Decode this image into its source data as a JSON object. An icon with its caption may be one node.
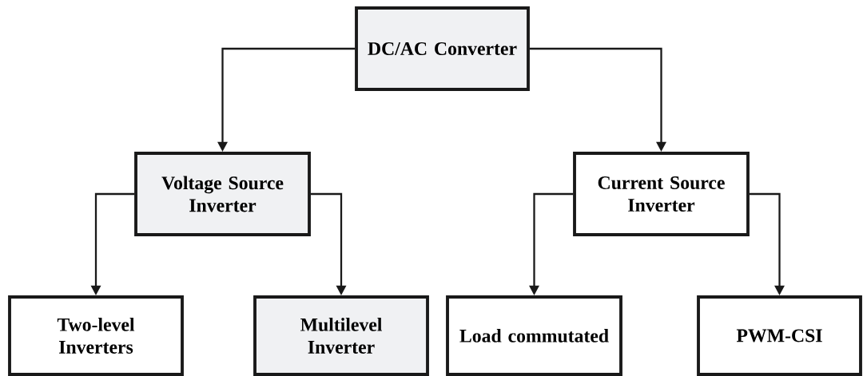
{
  "diagram": {
    "nodes": [
      {
        "text": [
          "DC/AC Converter"
        ]
      },
      {
        "text": [
          "Voltage Source Inverter"
        ]
      },
      {
        "text": [
          "Current Source Inverter"
        ]
      },
      {
        "text": [
          "Two-level Inverters"
        ]
      },
      {
        "text": [
          "Multilevel Inverter"
        ]
      },
      {
        "text": [
          "Load commutated"
        ]
      },
      {
        "text": [
          "PWM-CSI"
        ]
      }
    ],
    "edges": [
      {
        "from": 0,
        "to": 1,
        "arrow": "to"
      },
      {
        "from": 0,
        "to": 2,
        "arrow": "to"
      },
      {
        "from": 1,
        "to": 3,
        "arrow": "to"
      },
      {
        "from": 1,
        "to": 4,
        "arrow": "to"
      },
      {
        "from": 2,
        "to": 5,
        "arrow": "to"
      },
      {
        "from": 2,
        "to": 6,
        "arrow": "to"
      }
    ]
  }
}
